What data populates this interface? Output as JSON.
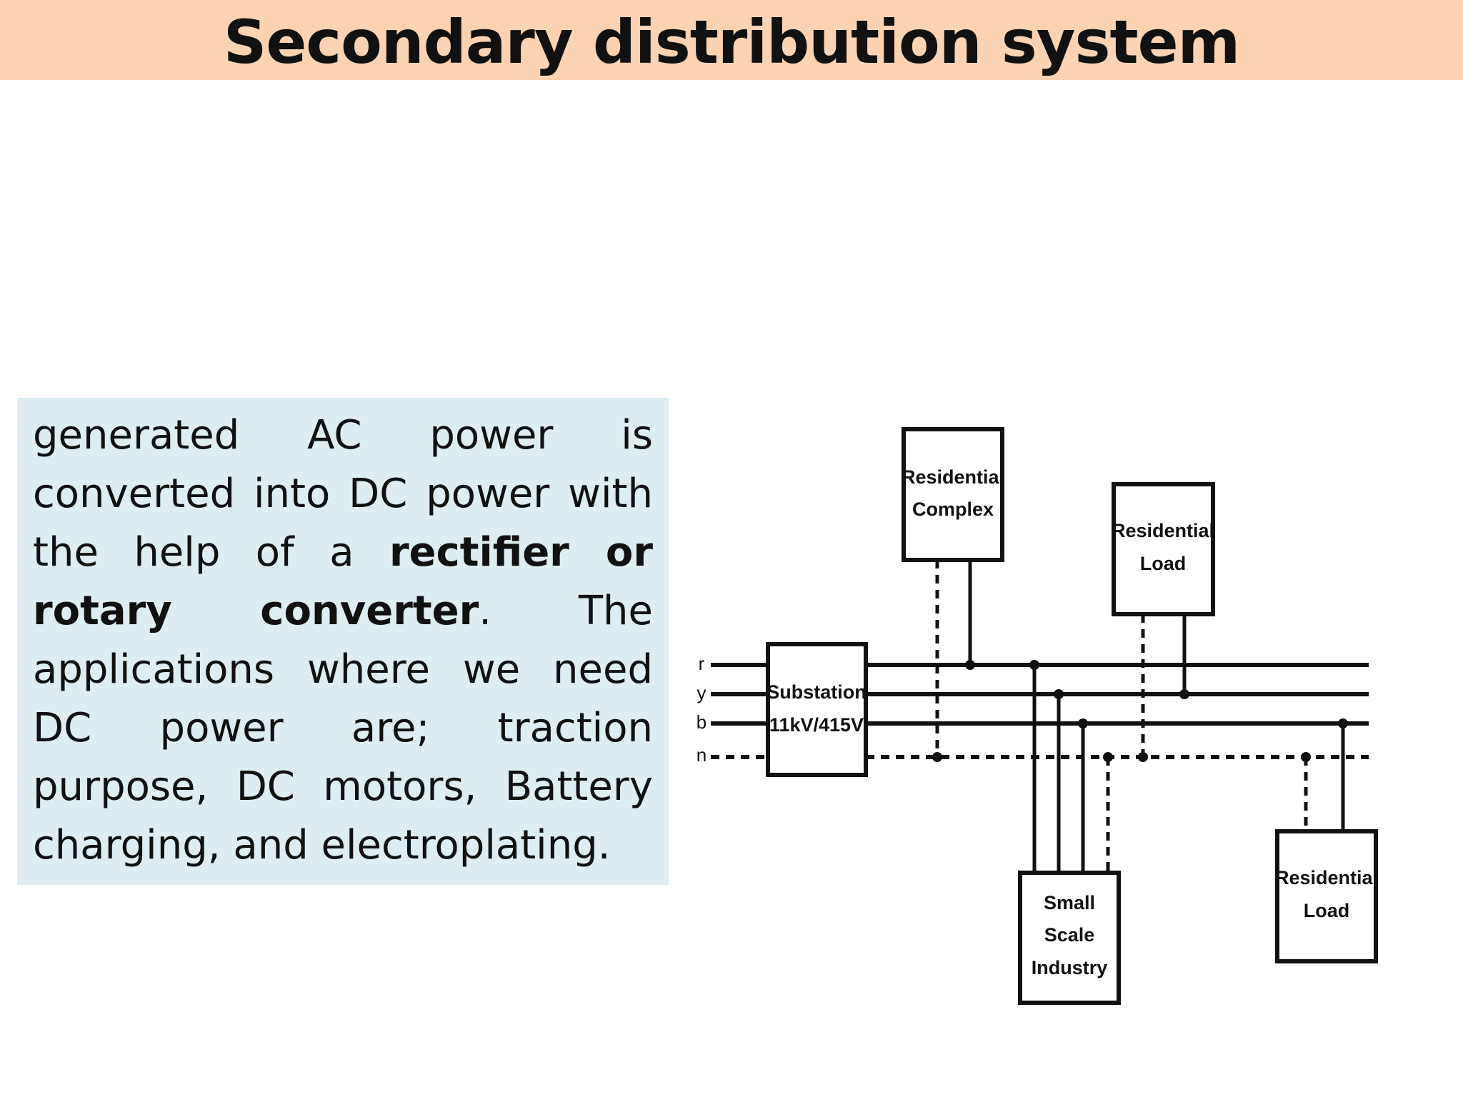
{
  "slide": {
    "title": "Secondary distribution system",
    "paragraph": {
      "part1": "generated AC power is converted into DC power with the help of a ",
      "bold1": "rectifier or rotary converter",
      "part2": ". The applications where we need DC power are; traction purpose, DC motors, Battery charging, and electroplating."
    }
  },
  "diagram": {
    "phase_labels": [
      "r",
      "y",
      "b",
      "n"
    ],
    "substation": [
      "Substation",
      "11kV/415V"
    ],
    "residential_complex": [
      "Residential",
      "Complex"
    ],
    "residential_load_1": [
      "Residential",
      "Load"
    ],
    "small_scale_industry": [
      "Small",
      "Scale",
      "Industry"
    ],
    "residential_load_2": [
      "Residential",
      "Load"
    ]
  },
  "colors": {
    "title_bar": "#fbd3b3",
    "text_box": "#ddedf1",
    "line": "#111111"
  }
}
